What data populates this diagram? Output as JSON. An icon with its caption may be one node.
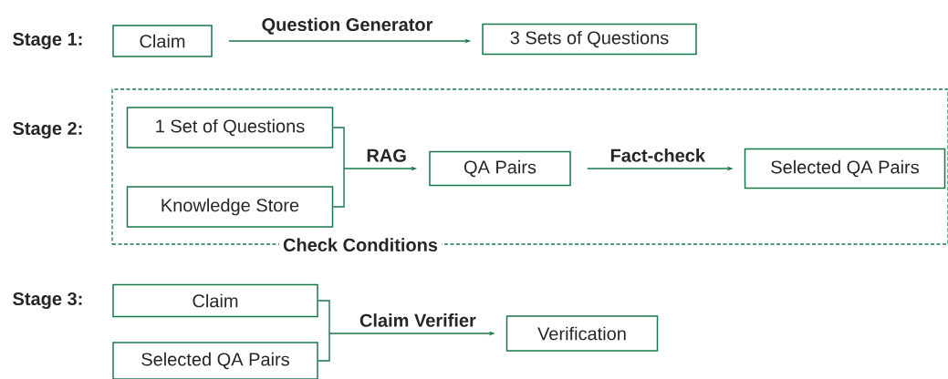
{
  "diagram": {
    "nodes": [
      {
        "text": [
          "Claim"
        ]
      },
      {
        "text": [
          "3 Sets of Questions"
        ]
      },
      {
        "text": [
          "Check Conditions"
        ]
      },
      {
        "text": [
          "1 Set of Questions"
        ],
        "in": 2
      },
      {
        "text": [
          "Knowledge Store"
        ],
        "in": 2
      },
      {
        "text": [
          "QA Pairs"
        ],
        "in": 2
      },
      {
        "text": [
          "Selected QA Pairs"
        ],
        "in": 2
      },
      {
        "text": [
          "Claim"
        ]
      },
      {
        "text": [
          "Selected QA Pairs"
        ]
      },
      {
        "text": [
          "Verification"
        ]
      }
    ],
    "edges": [
      {
        "from": 0,
        "to": 1,
        "arrow": "to",
        "label": "Question Generator"
      },
      {
        "from": 3,
        "to": 5,
        "arrow": "to",
        "label": "RAG"
      },
      {
        "from": 4,
        "to": 5,
        "arrow": "to"
      },
      {
        "from": 5,
        "to": 6,
        "arrow": "to",
        "label": "Fact-check"
      },
      {
        "from": 7,
        "to": 9,
        "arrow": "to",
        "label": "Claim Verifier"
      },
      {
        "from": 8,
        "to": 9,
        "arrow": "to"
      }
    ],
    "labels": [
      "Stage 1:",
      "Stage 2:",
      "Stage 3:"
    ]
  }
}
